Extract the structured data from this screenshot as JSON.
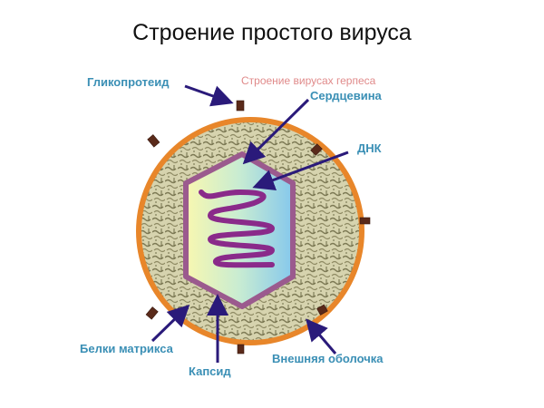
{
  "title": "Строение простого вируса",
  "subtitle": "Строение вирусах герпеса",
  "labels": {
    "glycoprotein": "Гликопротеид",
    "core": "Сердцевина",
    "dna": "ДНК",
    "matrix_proteins": "Белки матрикса",
    "capsid": "Капсид",
    "envelope": "Внешняя оболочка"
  },
  "colors": {
    "label": "#3a8fb5",
    "subtitle": "#e08a8a",
    "envelope": "#e8862a",
    "capsid_border": "#9b5a8e",
    "dna": "#8a2a8a",
    "arrow": "#2a1a7a",
    "matrix": "#c9c7a0",
    "spike": "#5a2a1a"
  }
}
